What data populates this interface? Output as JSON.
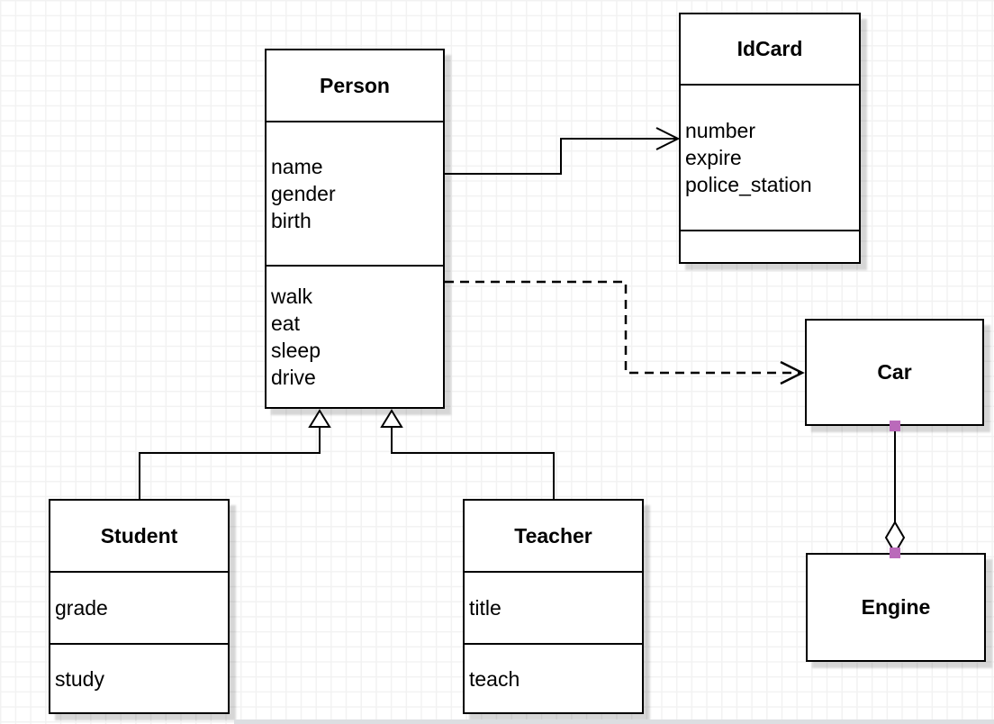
{
  "diagram": {
    "kind": "uml-class-diagram",
    "classes": {
      "person": {
        "name": "Person",
        "attributes": [
          "name",
          "gender",
          "birth"
        ],
        "methods": [
          "walk",
          "eat",
          "sleep",
          "drive"
        ]
      },
      "idcard": {
        "name": "IdCard",
        "attributes": [
          "number",
          "expire",
          "police_station"
        ],
        "methods": []
      },
      "car": {
        "name": "Car",
        "attributes": [],
        "methods": []
      },
      "engine": {
        "name": "Engine",
        "attributes": [],
        "methods": []
      },
      "student": {
        "name": "Student",
        "attributes": [
          "grade"
        ],
        "methods": [
          "study"
        ]
      },
      "teacher": {
        "name": "Teacher",
        "attributes": [
          "title"
        ],
        "methods": [
          "teach"
        ]
      }
    },
    "relationships": [
      {
        "type": "association",
        "from": "Person",
        "to": "IdCard",
        "line": "solid",
        "arrow": "open"
      },
      {
        "type": "dependency",
        "from": "Person",
        "to": "Car",
        "line": "dashed",
        "arrow": "open"
      },
      {
        "type": "generalization",
        "from": "Student",
        "to": "Person",
        "line": "solid",
        "arrow": "hollow-triangle"
      },
      {
        "type": "generalization",
        "from": "Teacher",
        "to": "Person",
        "line": "solid",
        "arrow": "hollow-triangle"
      },
      {
        "type": "aggregation",
        "from": "Car",
        "to": "Engine",
        "line": "solid",
        "arrow": "hollow-diamond"
      }
    ],
    "colors": {
      "line": "#000000",
      "class_fill": "#ffffff",
      "text": "#000000",
      "grid_line": "#f2f2f2",
      "shadow": "#d6d6d6",
      "endpoint_handle": "#ba6aba"
    }
  }
}
